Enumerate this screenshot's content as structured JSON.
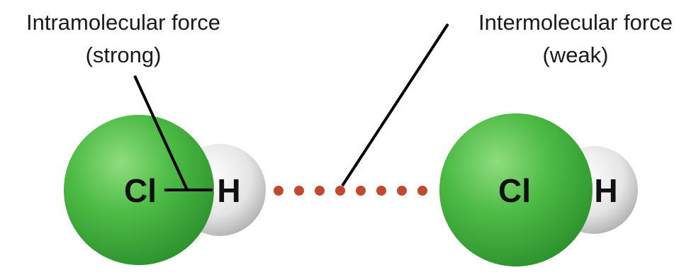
{
  "labels": {
    "intramolecular": {
      "line1": "Intramolecular force",
      "line2": "(strong)"
    },
    "intermolecular": {
      "line1": "Intermolecular force",
      "line2": "(weak)"
    }
  },
  "molecules": [
    {
      "atoms": [
        {
          "symbol": "Cl"
        },
        {
          "symbol": "H"
        }
      ]
    },
    {
      "atoms": [
        {
          "symbol": "Cl"
        },
        {
          "symbol": "H"
        }
      ]
    }
  ],
  "colors": {
    "chlorine": "#3fae3f",
    "hydrogen": "#e6e6e6",
    "dipole_dots": "#c0492f",
    "lines": "#000000"
  }
}
